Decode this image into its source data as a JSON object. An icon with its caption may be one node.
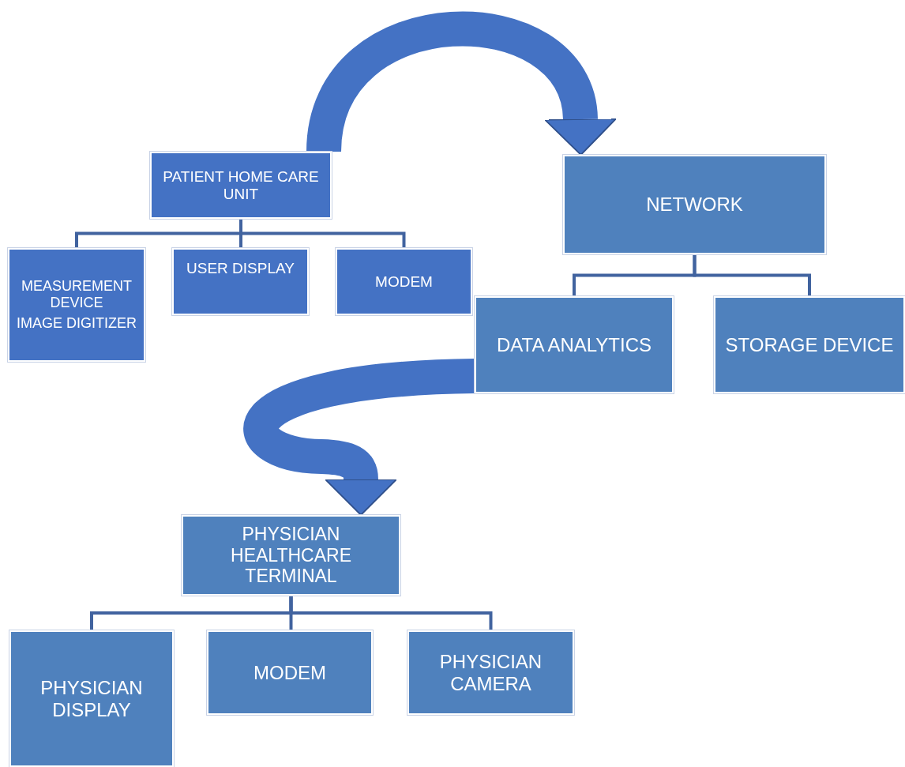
{
  "diagram": {
    "nodes": [
      {
        "text": [
          "PATIENT HOME CARE UNIT"
        ]
      },
      {
        "text": [
          "MEASUREMENT DEVICE",
          "IMAGE DIGITIZER"
        ]
      },
      {
        "text": [
          "USER DISPLAY"
        ]
      },
      {
        "text": [
          "MODEM"
        ]
      },
      {
        "text": [
          "NETWORK"
        ]
      },
      {
        "text": [
          "DATA ANALYTICS"
        ]
      },
      {
        "text": [
          "STORAGE DEVICE"
        ]
      },
      {
        "text": [
          "PHYSICIAN HEALTHCARE TERMINAL"
        ]
      },
      {
        "text": [
          "PHYSICIAN DISPLAY"
        ]
      },
      {
        "text": [
          "MODEM"
        ]
      },
      {
        "text": [
          "PHYSICIAN CAMERA"
        ]
      }
    ],
    "edges": [
      {
        "from": 0,
        "to": 1,
        "arrow": "none"
      },
      {
        "from": 0,
        "to": 2,
        "arrow": "none"
      },
      {
        "from": 0,
        "to": 3,
        "arrow": "none"
      },
      {
        "from": 0,
        "to": 4,
        "arrow": "to",
        "style": "thick",
        "color": "#4472c4"
      },
      {
        "from": 4,
        "to": 5,
        "arrow": "none"
      },
      {
        "from": 4,
        "to": 6,
        "arrow": "none"
      },
      {
        "from": 5,
        "to": 7,
        "arrow": "to",
        "style": "thick",
        "color": "#4472c4"
      },
      {
        "from": 7,
        "to": 8,
        "arrow": "none"
      },
      {
        "from": 7,
        "to": 9,
        "arrow": "none"
      },
      {
        "from": 7,
        "to": 10,
        "arrow": "none"
      }
    ]
  }
}
